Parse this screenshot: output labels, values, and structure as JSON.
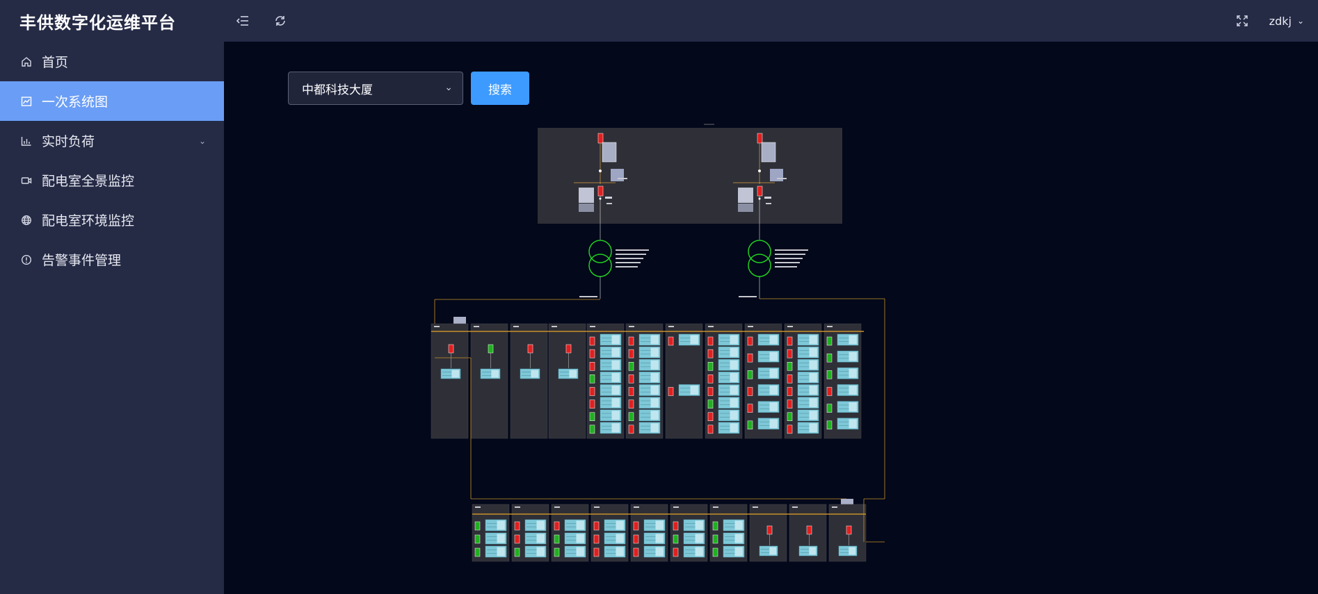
{
  "header": {
    "title": "丰供数字化运维平台",
    "user": "zdkj"
  },
  "sidebar": {
    "items": [
      {
        "label": "首页",
        "icon": "home-icon"
      },
      {
        "label": "一次系统图",
        "icon": "chart-line-icon",
        "active": true
      },
      {
        "label": "实时负荷",
        "icon": "bar-chart-icon",
        "has_submenu": true
      },
      {
        "label": "配电室全景监控",
        "icon": "camera-icon"
      },
      {
        "label": "配电室环境监控",
        "icon": "globe-icon"
      },
      {
        "label": "告警事件管理",
        "icon": "alert-icon"
      }
    ]
  },
  "filter": {
    "building": "中都科技大厦",
    "search_label": "搜索"
  },
  "diagram": {
    "colors": {
      "background": "#03081a",
      "panel": "#2f2f37",
      "bus": "#c8922a",
      "breaker_closed": "#e02020",
      "breaker_open": "#20b020",
      "transformer": "#20d020",
      "meter_box": "#7ec8d8"
    }
  }
}
